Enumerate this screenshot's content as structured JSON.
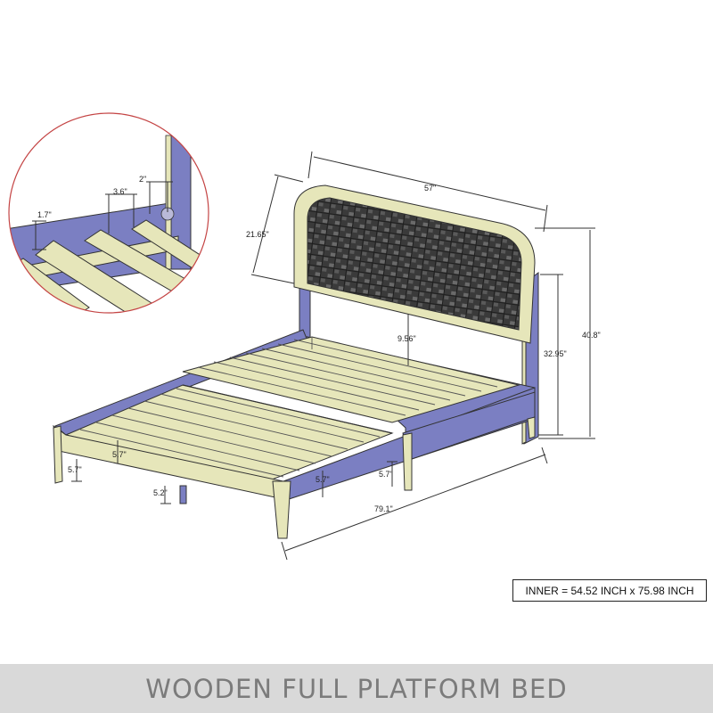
{
  "dimensions": {
    "width": "57\"",
    "headboard_height": "21.65\"",
    "total_height": "40.8\"",
    "post_height": "32.95\"",
    "under_headboard": "9.56\"",
    "length": "79.1\"",
    "rail_height": "5.7\"",
    "leg_front_left": "5.7\"",
    "leg_clearance": "5.2\"",
    "rail_side": "5.7\"",
    "leg_right": "5.7\""
  },
  "detail": {
    "slat_thickness": "1.7\"",
    "slat_gap": "3.6\"",
    "slat_width": "2\""
  },
  "inner_label": "INNER = 54.52 INCH x 75.98 INCH",
  "footer_title": "WOODEN FULL PLATFORM BED",
  "colors": {
    "frame_wood": "#e6e6ba",
    "frame_purple": "#7b7fc2",
    "headboard_panel": "#3c3c3c",
    "detail_circle": "#c44444",
    "footer_bg": "#d9d9d9",
    "footer_text": "#7b7b7b"
  }
}
